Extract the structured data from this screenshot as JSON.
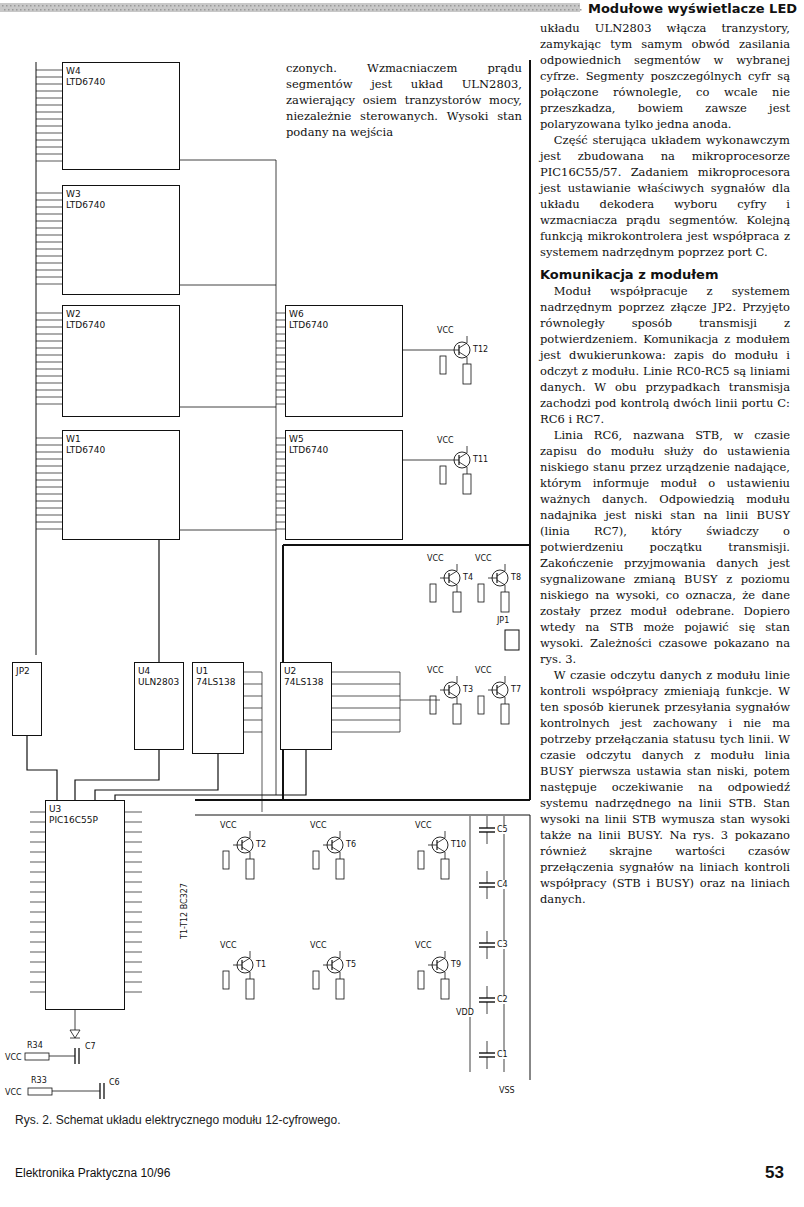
{
  "diagram": {
    "title": "Modułowe wyświetlacze LED",
    "caption": "Rys. 2. Schemat układu elektrycznego modułu 12-cyfrowego.",
    "nodes": [
      {
        "text": [
          "W4",
          "LTD6740"
        ]
      },
      {
        "text": [
          "W3",
          "LTD6740"
        ]
      },
      {
        "text": [
          "W2",
          "LTD6740"
        ]
      },
      {
        "text": [
          "W6",
          "LTD6740"
        ]
      },
      {
        "text": [
          "W1",
          "LTD6740"
        ]
      },
      {
        "text": [
          "W5",
          "LTD6740"
        ]
      },
      {
        "text": [
          "JP2"
        ]
      },
      {
        "text": [
          "U4",
          "ULN2803"
        ]
      },
      {
        "text": [
          "U1",
          "74LS138"
        ]
      },
      {
        "text": [
          "U2",
          "74LS138"
        ]
      },
      {
        "text": [
          "U3",
          "PIC16C55P"
        ]
      }
    ],
    "edges": [
      {
        "from": 10,
        "to": 6,
        "arrow": "none"
      },
      {
        "from": 10,
        "to": 7,
        "arrow": "none"
      },
      {
        "from": 10,
        "to": 8,
        "arrow": "none"
      },
      {
        "from": 10,
        "to": 9,
        "arrow": "none"
      },
      {
        "from": 7,
        "to": 4,
        "arrow": "none"
      }
    ],
    "labels": [
      "czonych. Wzmacniaczem prądu segmentów jest układ ULN2803, zawierający osiem tranzystorów mocy, niezależnie sterowanych. Wysoki stan podany na wejścia",
      "układu ULN2803 włącza tranzystory, zamykając tym samym obwód zasilania odpowiednich segmentów w wybranej cyfrze. Segmenty poszczególnych cyfr są połączone równolegle, co wcale nie przeszkadza, bowiem zawsze jest polaryzowana tylko jedna anoda.",
      "Część sterująca układem wykonawczym jest zbudowana na mikroprocesorze PIC16C55/57. Zadaniem mikroprocesora jest ustawianie właściwych sygnałów dla układu dekodera wyboru cyfry i wzmacniacza prądu segmentów. Kolejną funkcją mikrokontrolera jest współpraca z systemem nadrzędnym poprzez port C.",
      "Komunikacja z modułem",
      "Moduł współpracuje z systemem nadrzędnym poprzez złącze JP2. Przyjęto równoległy sposób transmisji z potwierdzeniem. Komunikacja z modułem jest dwukierunkowa: zapis do modułu i odczyt z modułu. Linie RC0-RC5 są liniami danych. W obu przypadkach transmisja zachodzi pod kontrolą dwóch linii portu C: RC6 i RC7.",
      "Linia RC6, nazwana STB, w czasie zapisu do modułu służy do ustawienia niskiego stanu przez urządzenie nadające, którym informuje moduł o ustawieniu ważnych danych. Odpowiedzią modułu nadajnika jest niski stan na linii BUSY (linia RC7), który świadczy o potwierdzeniu początku transmisji. Zakończenie przyjmowania danych jest sygnalizowane zmianą BUSY z poziomu niskiego na wysoki, co oznacza, że dane zostały przez moduł odebrane. Dopiero wtedy na STB może pojawić się stan wysoki. Zależności czasowe pokazano na rys. 3.",
      "W czasie odczytu danych z modułu linie kontroli współpracy zmieniają funkcje. W ten sposób kierunek przesyłania sygnałów kontrolnych jest zachowany i nie ma potrzeby przełączania statusu tych linii. W czasie odczytu danych z modułu linia BUSY pierwsza ustawia stan niski, potem następuje oczekiwanie na odpowiedź systemu nadrzędnego na linii STB. Stan wysoki na linii STB wymusza stan wysoki także na linii BUSY. Na rys. 3 pokazano również skrajne wartości czasów przełączenia sygnałów na liniach kontroli współpracy (STB i BUSY) oraz na liniach danych.",
      "Elektronika Praktyczna 10/96",
      "53",
      "T1-T12 BC327",
      "JP1",
      "VDD",
      "VSS",
      "C1",
      "C2",
      "C3",
      "C4",
      "C5",
      "C7",
      "C6",
      "R34",
      "R33",
      "VCC",
      "T12",
      "VCC",
      "T11",
      "VCC",
      "T4",
      "VCC",
      "T8",
      "VCC",
      "T3",
      "VCC",
      "T7",
      "VCC",
      "T2",
      "VCC",
      "T6",
      "VCC",
      "T10",
      "VCC",
      "T1",
      "VCC",
      "T5",
      "VCC",
      "T9",
      "VCC",
      "VCC"
    ]
  }
}
